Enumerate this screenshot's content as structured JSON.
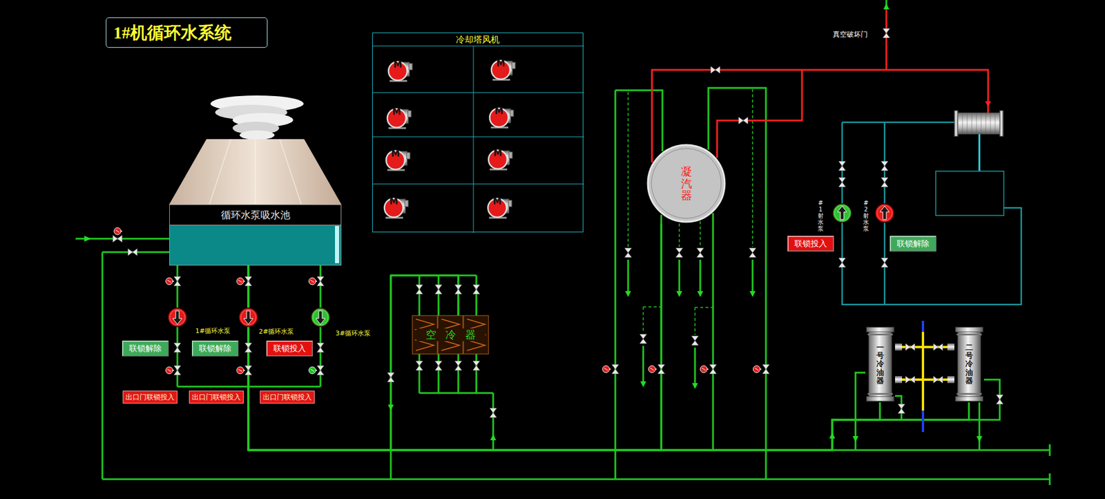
{
  "diagram": {
    "title": "1#机循环水系统",
    "nodes": [
      {
        "text": [
          "冷却塔风机"
        ]
      },
      {
        "text": [
          "M"
        ],
        "in": 0
      },
      {
        "text": [
          "M"
        ],
        "in": 0
      },
      {
        "text": [
          "M"
        ],
        "in": 0
      },
      {
        "text": [
          "M"
        ],
        "in": 0
      },
      {
        "text": [
          "M"
        ],
        "in": 0
      },
      {
        "text": [
          "M"
        ],
        "in": 0
      },
      {
        "text": [
          "M"
        ],
        "in": 0
      },
      {
        "text": [
          "M"
        ],
        "in": 0
      },
      {
        "text": [
          "循环水泵吸水池"
        ]
      },
      {
        "text": [
          "联锁解除"
        ]
      },
      {
        "text": [
          "联锁解除"
        ]
      },
      {
        "text": [
          "联锁投入"
        ]
      },
      {
        "text": [
          "出口门联锁投入"
        ]
      },
      {
        "text": [
          "出口门联锁投入"
        ]
      },
      {
        "text": [
          "出口门联锁投入"
        ]
      },
      {
        "text": [
          "空冷器"
        ]
      },
      {
        "text": [
          "凝汽器"
        ]
      },
      {
        "text": [
          "联锁投入"
        ]
      },
      {
        "text": [
          "联锁解除"
        ]
      },
      {
        "text": [
          "一号冷油器"
        ]
      },
      {
        "text": [
          "二号冷油器"
        ]
      }
    ],
    "edges": [
      {
        "from": 9,
        "to": 16,
        "arrow": "none"
      },
      {
        "from": 9,
        "to": 17,
        "arrow": "none"
      },
      {
        "from": 9,
        "to": 20,
        "arrow": "none"
      },
      {
        "from": 9,
        "to": 21,
        "arrow": "none"
      }
    ],
    "labels": [
      "1#循环水泵",
      "2#循环水泵",
      "3#循环水泵",
      "真空破坏门",
      "#1射水泵",
      "#2射水泵"
    ]
  }
}
